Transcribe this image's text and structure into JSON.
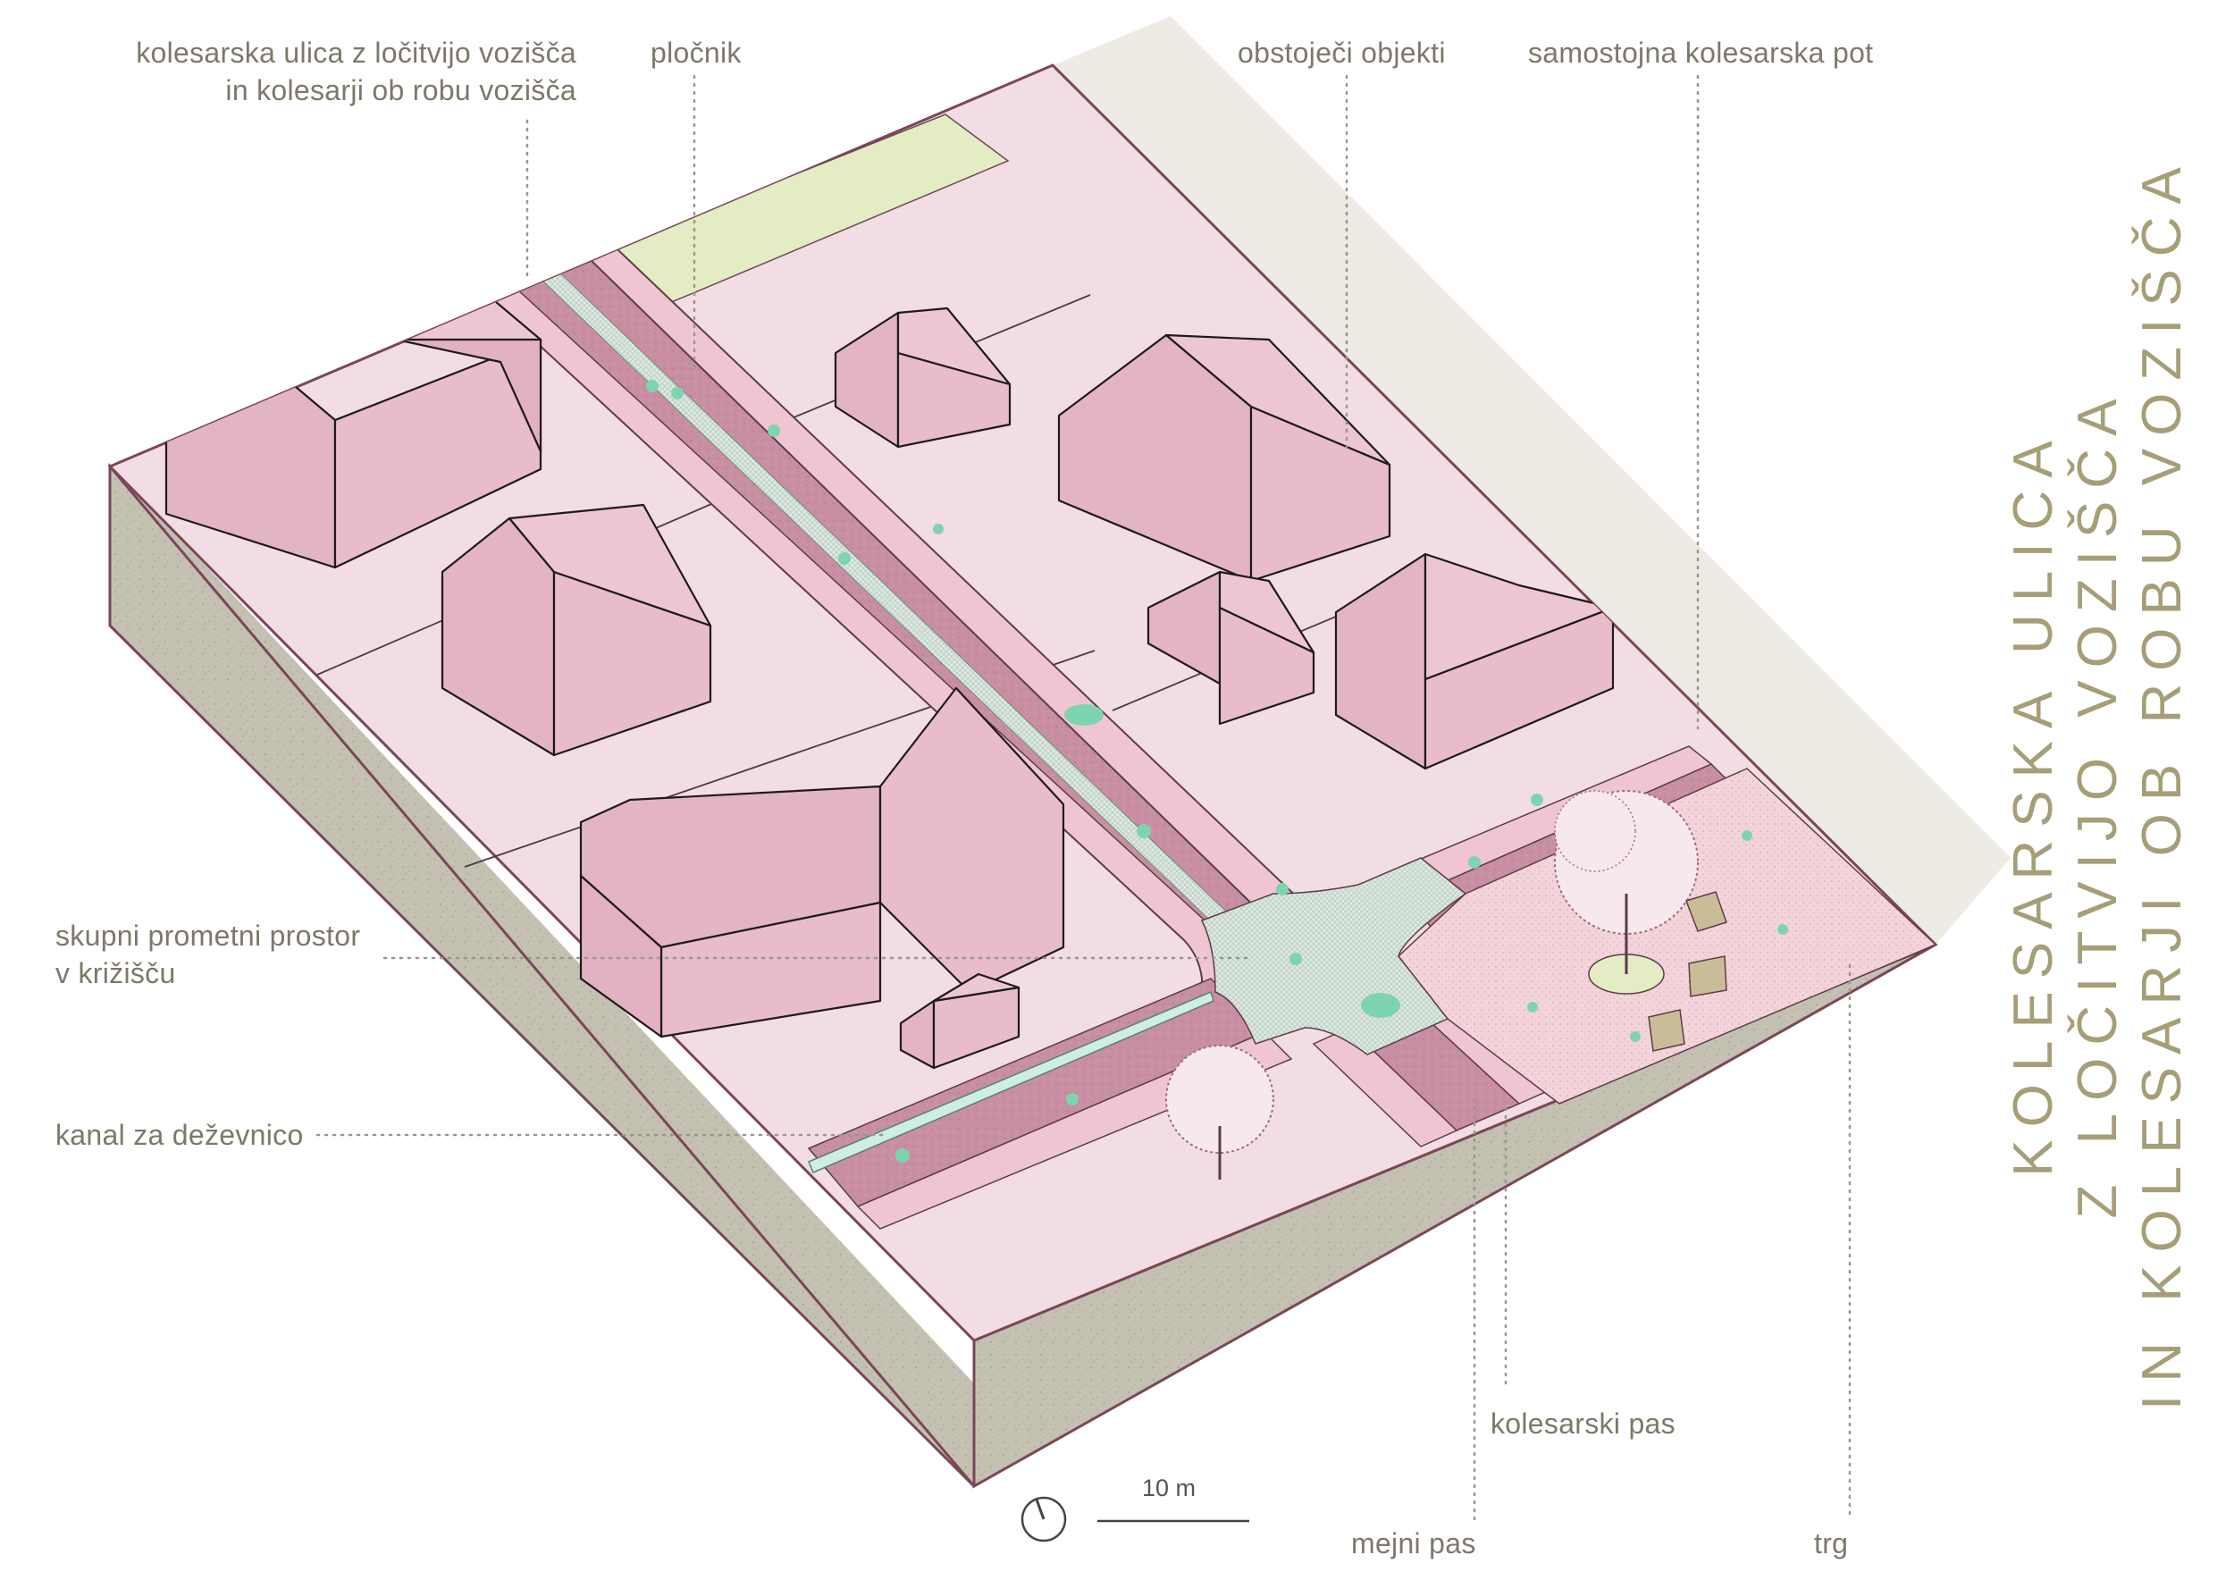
{
  "title": {
    "line1": "KOLESARSKA ULICA",
    "line2": "Z LOČITVIJO VOZIŠČA",
    "line3": "IN KOLESARJI OB ROBU VOZIŠČA"
  },
  "labels": {
    "bike_street_line1": "kolesarska ulica z ločitvijo vozišča",
    "bike_street_line2": "in kolesarji ob robu vozišča",
    "sidewalk": "pločnik",
    "existing_buildings": "obstoječi objekti",
    "bike_path": "samostojna kolesarska pot",
    "shared_space_line1": "skupni prometni prostor",
    "shared_space_line2": "v križišču",
    "rain_channel": "kanal za deževnico",
    "bike_lane": "kolesarski pas",
    "buffer_strip": "mejni pas",
    "square": "trg"
  },
  "scale_bar": {
    "label": "10 m"
  },
  "colors": {
    "plot": "#f2dde4",
    "building_face": "#e8bccb",
    "building_side": "#e2b1c2",
    "building_roof": "#ecc7d3",
    "road": "#c98fa5",
    "median": "#dfe8e2",
    "sidewalk": "#f0c5d3",
    "intersection": "#dfeae3",
    "square": "#f4d6db",
    "lawn": "#e3ecc2",
    "block_side": "#c3c0b2",
    "outline": "#7a4758",
    "label_text": "#7d7869",
    "title_text": "#a69e77",
    "leader": "#9b968a",
    "accent_people": "#7fd4b0"
  },
  "icons": [
    "north-arrow-icon",
    "tree-icon",
    "bench-icon",
    "cyclist-icon",
    "pedestrian-icon"
  ]
}
